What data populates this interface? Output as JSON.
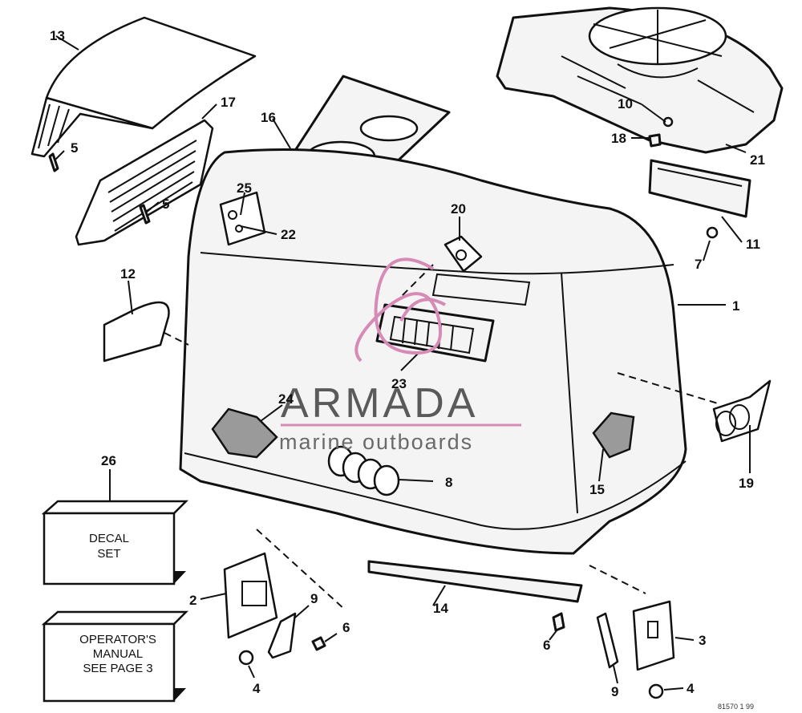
{
  "watermark": {
    "brand": "ARMADA",
    "tagline": "marine outboards",
    "accent_color": "#d58bb6"
  },
  "boxes": {
    "decal_set": {
      "line1": "DECAL",
      "line2": "SET"
    },
    "operators_manual": {
      "line1": "OPERATOR'S",
      "line2": "MANUAL",
      "line3": "SEE PAGE 3"
    }
  },
  "callouts": {
    "c1": "1",
    "c2": "2",
    "c3": "3",
    "c4a": "4",
    "c4b": "4",
    "c5a": "5",
    "c5b": "5",
    "c6a": "6",
    "c6b": "6",
    "c7": "7",
    "c8": "8",
    "c9a": "9",
    "c9b": "9",
    "c10": "10",
    "c11": "11",
    "c12": "12",
    "c13": "13",
    "c14": "14",
    "c15": "15",
    "c16": "16",
    "c17": "17",
    "c18": "18",
    "c19": "19",
    "c20": "20",
    "c21": "21",
    "c22": "22",
    "c23": "23",
    "c24": "24",
    "c25": "25",
    "c26": "26"
  },
  "footer": {
    "code": "81570 1 99"
  }
}
